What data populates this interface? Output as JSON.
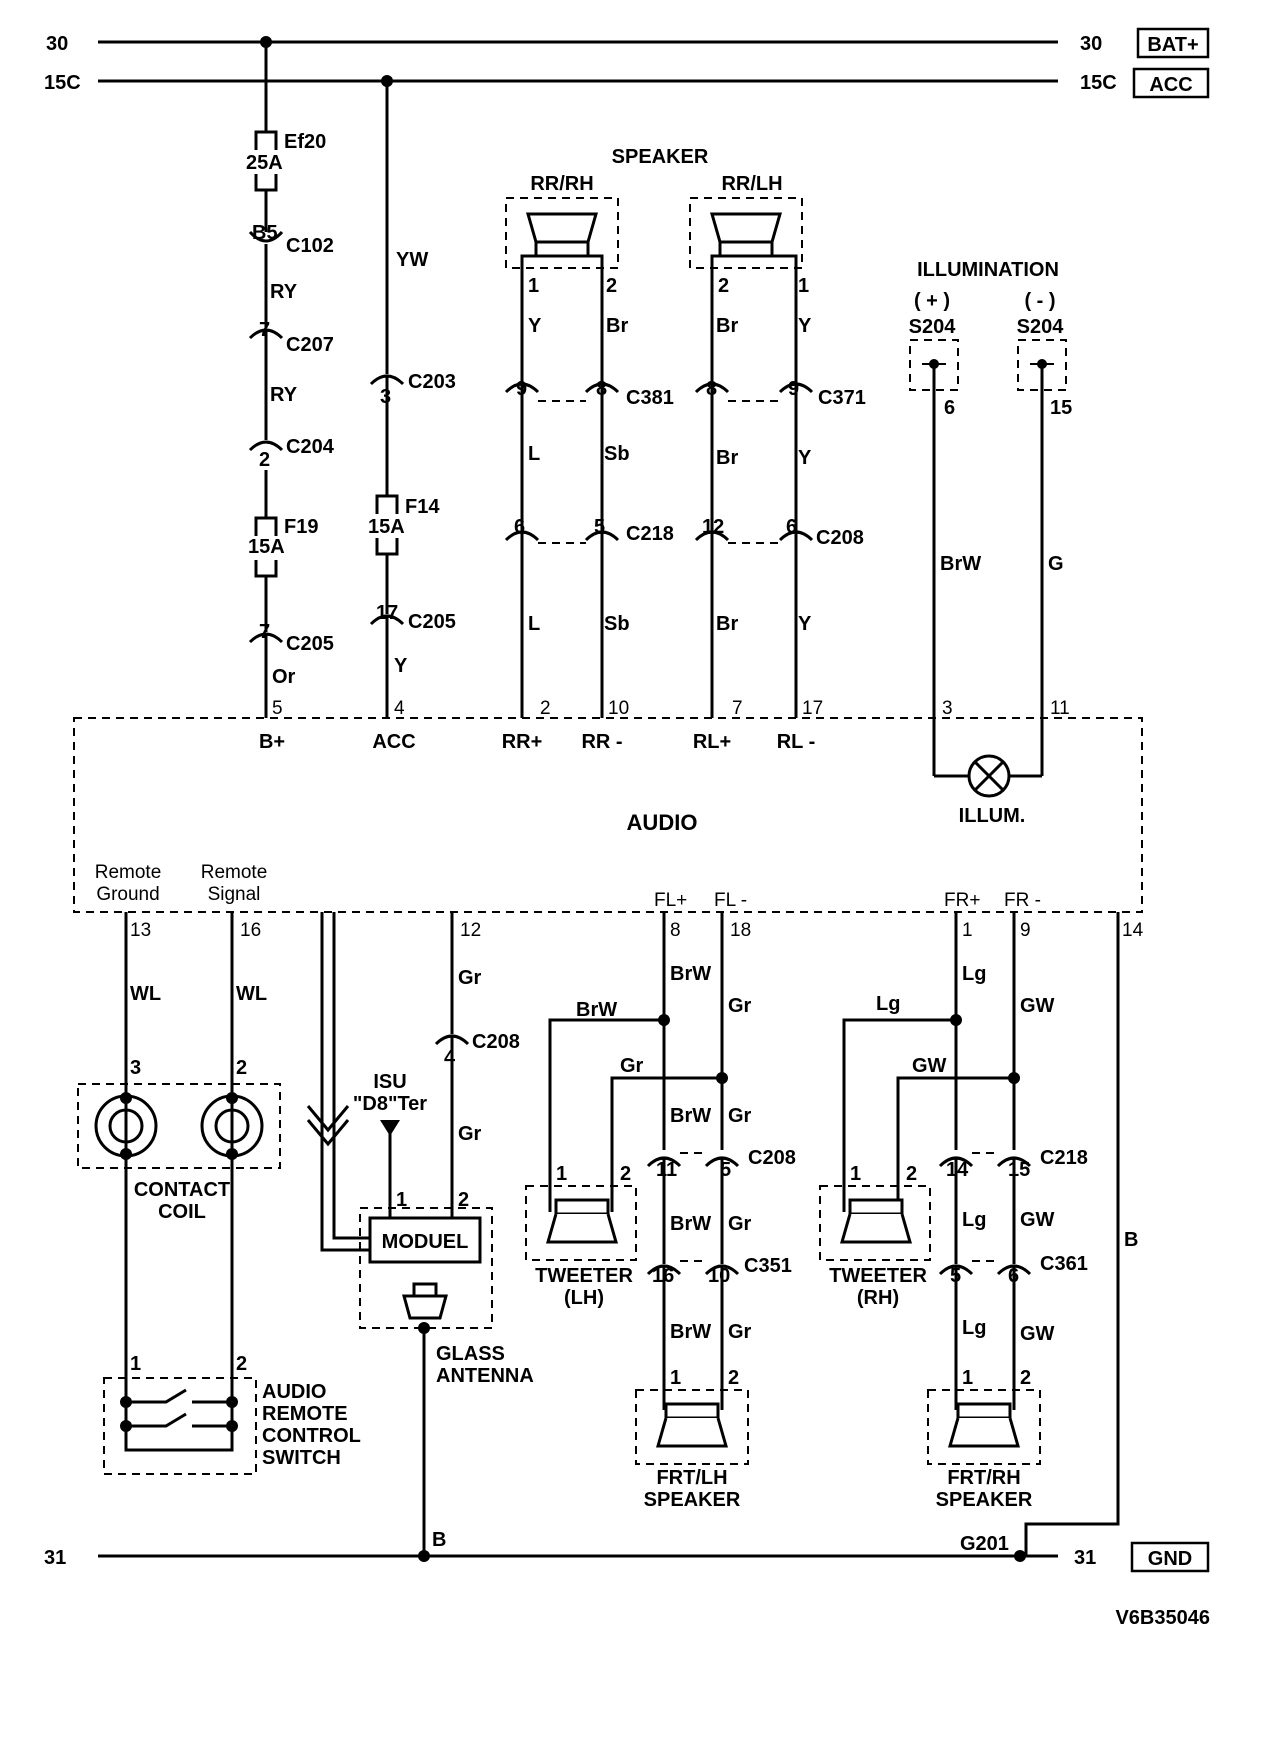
{
  "rails": {
    "top1_left": "30",
    "top1_right": "30",
    "top1_tag": "BAT+",
    "top2_left": "15C",
    "top2_right": "15C",
    "top2_tag": "ACC",
    "gnd_left": "31",
    "gnd_right": "31",
    "gnd_tag": "GND",
    "g201": "G201",
    "gnd_b": "B"
  },
  "bplus": {
    "fuse1_name": "Ef20",
    "fuse1_rating": "25A",
    "c102_pin": "B5",
    "c102": "C102",
    "wire1": "RY",
    "c207_pin": "7",
    "c207": "C207",
    "wire2": "RY",
    "c204_pin": "2",
    "c204": "C204",
    "fuse2_name": "F19",
    "fuse2_rating": "15A",
    "c205_pin": "7",
    "c205": "C205",
    "wire3": "Or"
  },
  "acc": {
    "wire1": "YW",
    "c203_pin": "3",
    "c203": "C203",
    "fuse_name": "F14",
    "fuse_rating": "15A",
    "c205_pin": "17",
    "c205": "C205",
    "wire2": "Y"
  },
  "speaker": {
    "title": "SPEAKER",
    "rr_rh": "RR/RH",
    "rr_lh": "RR/LH",
    "rrrh_pin1": "1",
    "rrrh_pin2": "2",
    "rrrh_w1": "Y",
    "rrrh_w2": "Br",
    "rrlh_pin1": "2",
    "rrlh_pin2": "1",
    "rrlh_w1": "Br",
    "rrlh_w2": "Y",
    "c381": "C381",
    "c381_p1": "9",
    "c381_p2": "8",
    "c371": "C371",
    "c371_p1": "8",
    "c371_p2": "9",
    "mid_w1": "L",
    "mid_w2": "Sb",
    "mid_w3": "Br",
    "mid_w4": "Y",
    "c218": "C218",
    "c218_p1": "6",
    "c218_p2": "5",
    "c208": "C208",
    "c208_p1": "12",
    "c208_p2": "6",
    "low_w1": "L",
    "low_w2": "Sb",
    "low_w3": "Br",
    "low_w4": "Y"
  },
  "illum": {
    "title": "ILLUMINATION",
    "plus": "( + )",
    "minus": "( - )",
    "s204a": "S204",
    "s204b": "S204",
    "pin_a": "6",
    "pin_b": "15",
    "wire_a": "BrW",
    "wire_b": "G",
    "lamp": "ILLUM."
  },
  "audio": {
    "title": "AUDIO",
    "pins_top": [
      "5",
      "4",
      "2",
      "10",
      "7",
      "17",
      "3",
      "11"
    ],
    "names_top": [
      "B+",
      "ACC",
      "RR+",
      "RR -",
      "RL+",
      "RL -"
    ],
    "remote_ground": [
      "Remote",
      "Ground"
    ],
    "remote_signal": [
      "Remote",
      "Signal"
    ],
    "fl_plus": "FL+",
    "fl_minus": "FL -",
    "fr_plus": "FR+",
    "fr_minus": "FR -",
    "pins_bottom": [
      "13",
      "16",
      "12",
      "8",
      "18",
      "1",
      "9",
      "14"
    ]
  },
  "remote": {
    "wire1": "WL",
    "wire2": "WL",
    "coil_pin1": "3",
    "coil_pin2": "2",
    "coil_label": [
      "CONTACT",
      "COIL"
    ],
    "switch_pin1": "1",
    "switch_pin2": "2",
    "switch_label": [
      "AUDIO",
      "REMOTE",
      "CONTROL",
      "SWITCH"
    ]
  },
  "antenna": {
    "wire1": "Gr",
    "c208_pin": "4",
    "c208": "C208",
    "wire2": "Gr",
    "isu": [
      "ISU",
      "\"D8\"Ter"
    ],
    "mod_pin1": "1",
    "mod_pin2": "2",
    "module": "MODUEL",
    "label": [
      "GLASS",
      "ANTENNA"
    ]
  },
  "front_left": {
    "w1": "BrW",
    "w2": "Gr",
    "tw_w1": "BrW",
    "tw_w2": "Gr",
    "w3": "BrW",
    "w4": "Gr",
    "tw_pin1": "1",
    "tw_pin2": "2",
    "c208": "C208",
    "c208_p1": "11",
    "c208_p2": "5",
    "w5": "BrW",
    "w6": "Gr",
    "c351": "C351",
    "c351_p1": "16",
    "c351_p2": "10",
    "w7": "BrW",
    "w8": "Gr",
    "spk_pin1": "1",
    "spk_pin2": "2",
    "tweeter": [
      "TWEETER",
      "(LH)"
    ],
    "speaker": [
      "FRT/LH",
      "SPEAKER"
    ]
  },
  "front_right": {
    "w1": "Lg",
    "w2": "GW",
    "tw_w1": "Lg",
    "tw_w2": "GW",
    "tw_pin1": "1",
    "tw_pin2": "2",
    "c218": "C218",
    "c218_p1": "14",
    "c218_p2": "15",
    "w5": "Lg",
    "w6": "GW",
    "c361": "C361",
    "c361_p1": "5",
    "c361_p2": "6",
    "w7": "Lg",
    "w8": "GW",
    "spk_pin1": "1",
    "spk_pin2": "2",
    "tweeter": [
      "TWEETER",
      "(RH)"
    ],
    "speaker": [
      "FRT/RH",
      "SPEAKER"
    ]
  },
  "gnd_wire": "B",
  "doc_id": "V6B35046"
}
